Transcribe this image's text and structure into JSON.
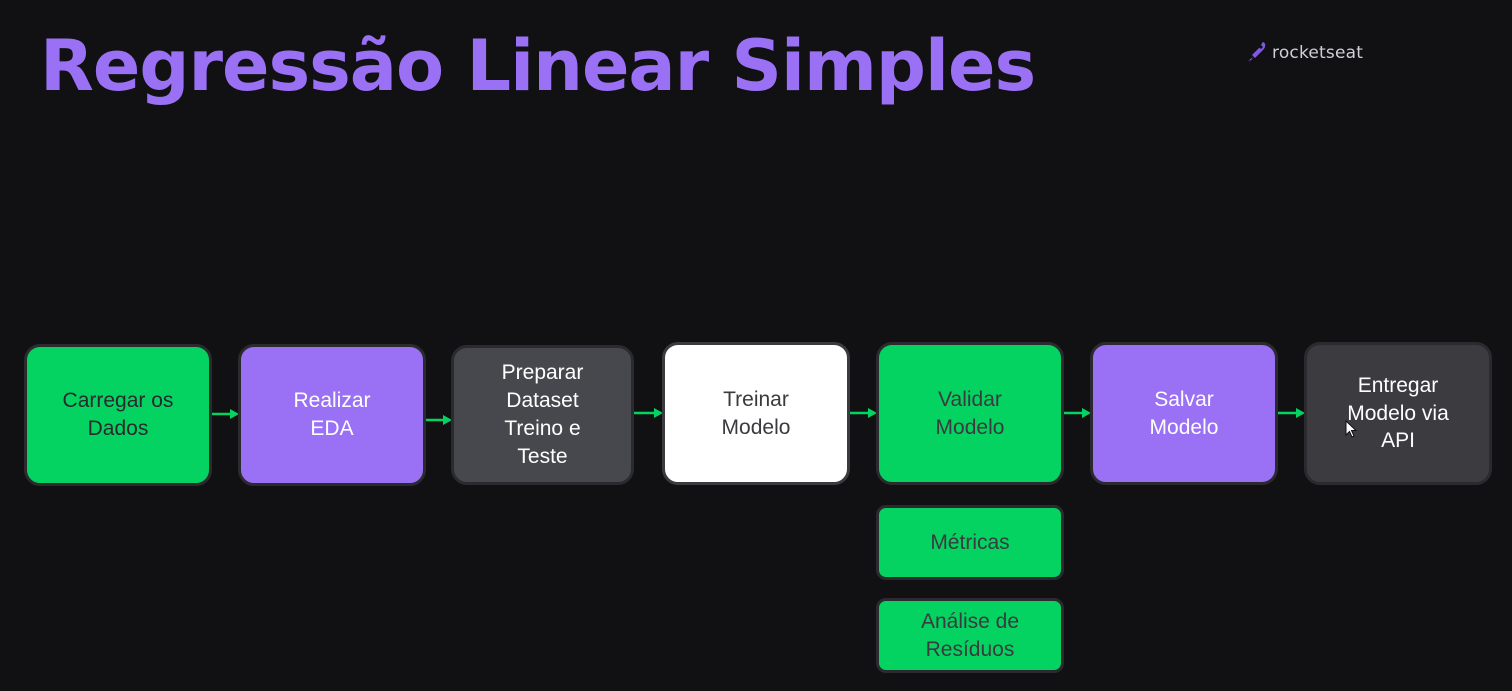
{
  "title": "Regressão Linear Simples",
  "logo": {
    "text": "rocketseat",
    "icon": "rocket-icon"
  },
  "colors": {
    "background": "#111113",
    "title": "#9a70f5",
    "green": "#04d361",
    "purple": "#9a70f5",
    "dark_gray": "#47474e",
    "charcoal": "#3b3b40",
    "white": "#ffffff",
    "arrow": "#04d361"
  },
  "steps": [
    {
      "label": "Carregar os\nDados"
    },
    {
      "label": "Realizar\nEDA"
    },
    {
      "label": "Preparar\nDataset\nTreino e\nTeste"
    },
    {
      "label": "Treinar\nModelo"
    },
    {
      "label": "Validar\nModelo"
    },
    {
      "label": "Salvar\nModelo"
    },
    {
      "label": "Entregar\nModelo via\nAPI"
    }
  ],
  "sub_steps": [
    {
      "label": "Métricas"
    },
    {
      "label": "Análise de\nResíduos"
    }
  ]
}
